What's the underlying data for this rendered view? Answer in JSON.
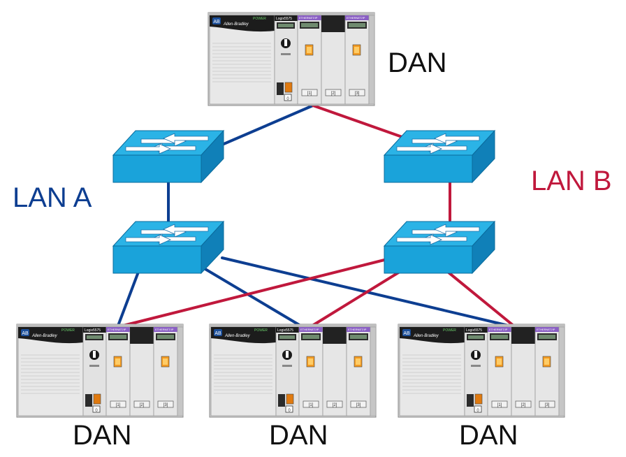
{
  "labels": {
    "dan_top": "DAN",
    "dan_bottom_left": "DAN",
    "dan_bottom_mid": "DAN",
    "dan_bottom_right": "DAN",
    "lan_a": "LAN A",
    "lan_b": "LAN B"
  },
  "chassis": {
    "brand_badge": "AB",
    "brand_name": "Allen-Bradley",
    "power_label": "POWER",
    "controller_model": "Logix5575",
    "module_tag": "ETHERNET/IP",
    "slot_labels": [
      "[1]",
      "[2]",
      "[3]"
    ],
    "key_label": "0"
  },
  "colors": {
    "lan_a": "#0d3e91",
    "lan_b": "#c0183c",
    "switch_top": "#2bb3e6",
    "switch_side": "#1080b8",
    "label_black": "#111111"
  },
  "icons": [
    "network-switch-icon",
    "plc-chassis-icon",
    "arrow-icon"
  ]
}
